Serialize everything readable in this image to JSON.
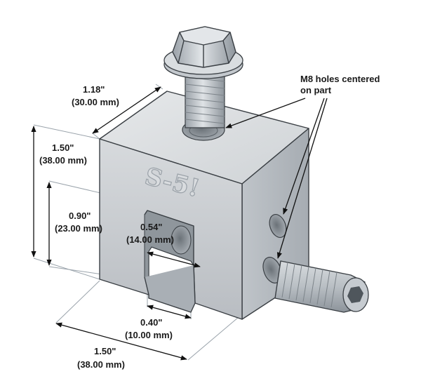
{
  "callout": {
    "line1": "M8 holes centered",
    "line2": "on part"
  },
  "logo": "S-5!",
  "dims": {
    "top_depth": {
      "inch": "1.18\"",
      "mm": "(30.00 mm)"
    },
    "height": {
      "inch": "1.50\"",
      "mm": "(38.00 mm)"
    },
    "slot_height": {
      "inch": "0.90\"",
      "mm": "(23.00 mm)"
    },
    "slot_depth": {
      "inch": "0.54\"",
      "mm": "(14.00 mm)"
    },
    "slot_width": {
      "inch": "0.40\"",
      "mm": "(10.00 mm)"
    },
    "width": {
      "inch": "1.50\"",
      "mm": "(38.00 mm)"
    }
  },
  "colors": {
    "body_front": "#c9ccd0",
    "body_top": "#dfe2e5",
    "body_side": "#b3b8bd",
    "hardware": "#b8bec4"
  }
}
